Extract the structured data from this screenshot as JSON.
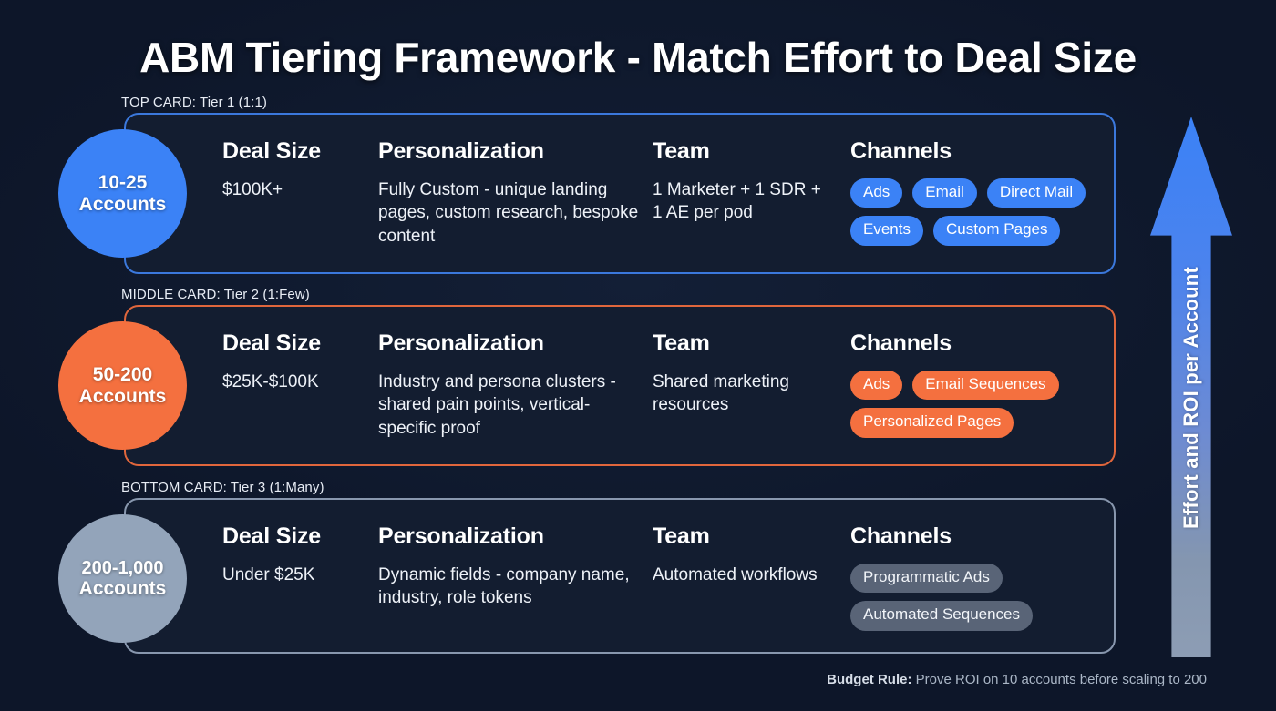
{
  "page": {
    "title": "ABM Tiering Framework - Match Effort to Deal Size",
    "background_color": "#0d1629"
  },
  "column_headers": {
    "deal_size": "Deal Size",
    "personalization": "Personalization",
    "team": "Team",
    "channels": "Channels"
  },
  "tiers": [
    {
      "label": "TOP CARD: Tier 1 (1:1)",
      "accent_color": "#3b82f6",
      "border_color": "#3b78dc",
      "circle": {
        "count": "10-25",
        "unit": "Accounts",
        "color": "#3b82f6"
      },
      "deal_size": "$100K+",
      "personalization": "Fully Custom - unique landing pages, custom research, bespoke content",
      "team": "1 Marketer + 1 SDR + 1 AE per pod",
      "channels": [
        "Ads",
        "Email",
        "Direct Mail",
        "Events",
        "Custom Pages"
      ]
    },
    {
      "label": "MIDDLE CARD: Tier 2 (1:Few)",
      "accent_color": "#f4703f",
      "border_color": "#e0663c",
      "circle": {
        "count": "50-200",
        "unit": "Accounts",
        "color": "#f4703f"
      },
      "deal_size": "$25K-$100K",
      "personalization": "Industry and persona clusters - shared pain points, vertical-specific proof",
      "team": "Shared marketing resources",
      "channels": [
        "Ads",
        "Email Sequences",
        "Personalized Pages"
      ]
    },
    {
      "label": "BOTTOM CARD: Tier 3 (1:Many)",
      "accent_color": "#93a4ba",
      "border_color": "#8897ae",
      "circle": {
        "count": "200-1,000",
        "unit": "Accounts",
        "color": "#93a4ba"
      },
      "deal_size": "Under $25K",
      "personalization": "Dynamic fields - company name, industry, role tokens",
      "team": "Automated workflows",
      "channels": [
        "Programmatic Ads",
        "Automated Sequences"
      ]
    }
  ],
  "arrow": {
    "label": "Effort and ROI per Account",
    "direction": "up",
    "gradient_top": "#3b82f6",
    "gradient_bottom": "#8d9db4"
  },
  "footer": {
    "prefix": "Budget Rule:",
    "text": " Prove ROI on 10 accounts before scaling to 200"
  }
}
